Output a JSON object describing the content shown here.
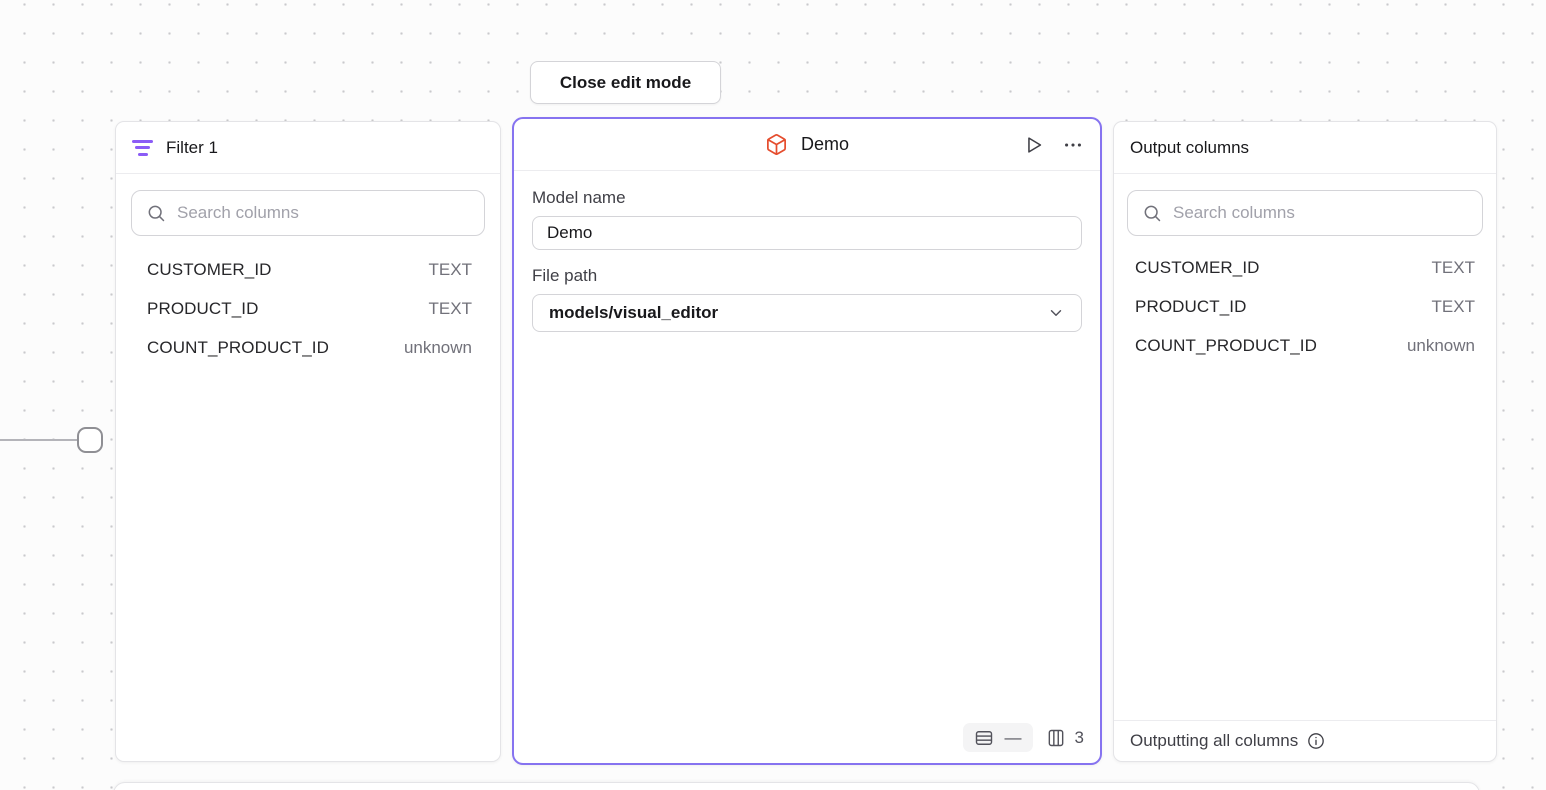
{
  "toolbar": {
    "close_button_label": "Close edit mode"
  },
  "filter_panel": {
    "title": "Filter 1",
    "search_placeholder": "Search columns",
    "columns": [
      {
        "name": "CUSTOMER_ID",
        "type": "TEXT"
      },
      {
        "name": "PRODUCT_ID",
        "type": "TEXT"
      },
      {
        "name": "COUNT_PRODUCT_ID",
        "type": "unknown"
      }
    ]
  },
  "model_panel": {
    "title": "Demo",
    "model_name_label": "Model name",
    "model_name_value": "Demo",
    "file_path_label": "File path",
    "file_path_value": "models/visual_editor",
    "row_count": "—",
    "column_count": "3"
  },
  "output_panel": {
    "title": "Output columns",
    "search_placeholder": "Search columns",
    "columns": [
      {
        "name": "CUSTOMER_ID",
        "type": "TEXT"
      },
      {
        "name": "PRODUCT_ID",
        "type": "TEXT"
      },
      {
        "name": "COUNT_PRODUCT_ID",
        "type": "unknown"
      }
    ],
    "footer_text": "Outputting all columns"
  },
  "colors": {
    "accent_purple": "#8673f0",
    "filter_icon_purple": "#8b5cf6",
    "model_icon_orange": "#e54d2e",
    "canvas_dot": "#c9c9cc"
  }
}
